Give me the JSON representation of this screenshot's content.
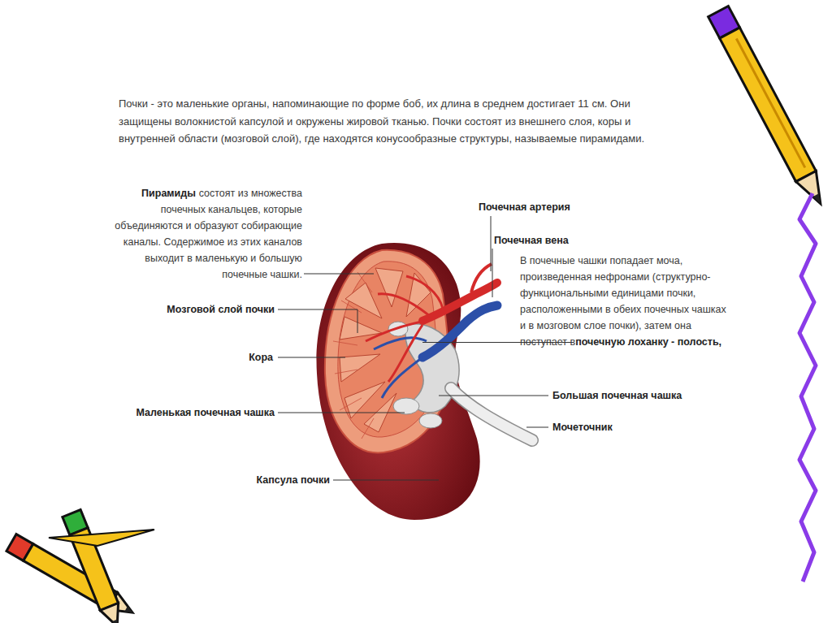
{
  "diagram": {
    "labels": [
      "Почки - это маленькие органы, напоминающие по форме боб, их длина в среднем достигает 11 см. Они защищены волокнистой капсулой и окружены жировой тканью. Почки состоят из внешнего слоя, коры и внутренней области (мозговой слой), где находятся конусообразные структуры, называемые пирамидами.",
      "Пирамиды",
      "состоят из множества почечных канальцев, которые объединяются и образуют собирающие каналы. Содержимое из этих каналов выходит в маленькую и большую почечные чашки.",
      "Почечная артерия",
      "Почечная вена",
      "В почечные чашки попадает моча, произведенная нефронами (структурно-функциональными единицами почки, расположенными в обеих почечных чашках и в мозговом слое почки), затем она поступает в",
      "почечную лоханку - полость,",
      "Мозговой слой почки",
      "Кора",
      "Большая почечная чашка",
      "Маленькая почечная чашка",
      "Мочеточник",
      "Капсула почки"
    ]
  }
}
